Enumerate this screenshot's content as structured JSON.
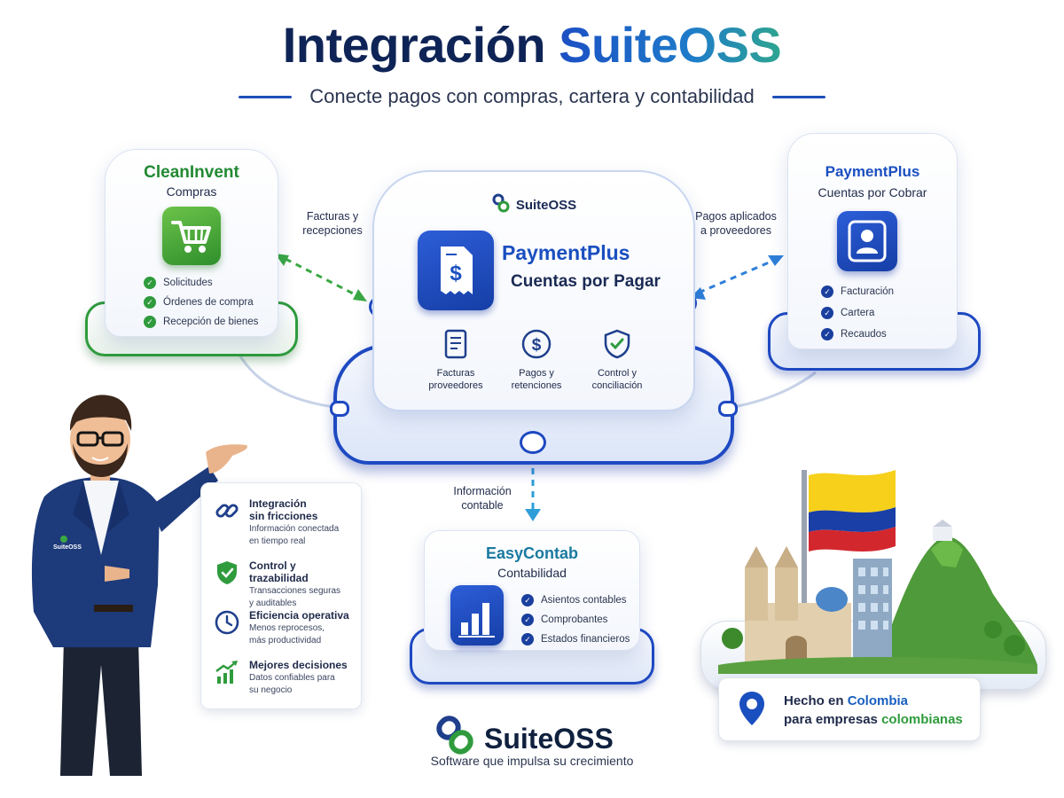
{
  "title": {
    "part1": "Integración",
    "part2": "SuiteOSS"
  },
  "subtitle": "Conecte pagos con compras, cartera y contabilidad",
  "clean_invent": {
    "name": "CleanInvent",
    "module": "Compras",
    "items": [
      "Solicitudes",
      "Órdenes de compra",
      "Recepción de bienes"
    ],
    "icon": "shopping-cart-icon",
    "color": "#2f9b3d"
  },
  "center": {
    "brand": "SuiteOSS",
    "name": "PaymentPlus",
    "module": "Cuentas por Pagar",
    "icon": "invoice-dollar-icon",
    "features": [
      {
        "label_1": "Facturas",
        "label_2": "proveedores",
        "icon": "document-icon"
      },
      {
        "label_1": "Pagos y",
        "label_2": "retenciones",
        "icon": "dollar-circle-icon"
      },
      {
        "label_1": "Control y",
        "label_2": "conciliación",
        "icon": "shield-check-icon"
      }
    ]
  },
  "payment_receivable": {
    "name": "PaymentPlus",
    "module": "Cuentas por Cobrar",
    "items": [
      "Facturación",
      "Cartera",
      "Recaudos"
    ],
    "icon": "user-icon"
  },
  "arrows": {
    "left": {
      "line1": "Facturas y",
      "line2": "recepciones"
    },
    "right": {
      "line1": "Pagos aplicados",
      "line2": "a proveedores"
    },
    "down": {
      "line1": "Información",
      "line2": "contable"
    }
  },
  "easy_contab": {
    "name": "EasyContab",
    "module": "Contabilidad",
    "items": [
      "Asientos contables",
      "Comprobantes",
      "Estados financieros"
    ],
    "icon": "bar-chart-icon"
  },
  "person_badge": "SuiteOSS",
  "benefits": [
    {
      "title_1": "Integración",
      "title_2": "sin fricciones",
      "desc_1": "Información conectada",
      "desc_2": "en tiempo real",
      "icon": "link-icon"
    },
    {
      "title_1": "Control y trazabilidad",
      "title_2": "",
      "desc_1": "Transacciones seguras",
      "desc_2": "y auditables",
      "icon": "shield-check-icon"
    },
    {
      "title_1": "Eficiencia operativa",
      "title_2": "",
      "desc_1": "Menos reprocesos,",
      "desc_2": "más productividad",
      "icon": "clock-icon"
    },
    {
      "title_1": "Mejores decisiones",
      "title_2": "",
      "desc_1": "Datos confiables para",
      "desc_2": "su negocio",
      "icon": "growth-chart-icon"
    }
  ],
  "colombia": {
    "line1_a": "Hecho en ",
    "line1_b": "Colombia",
    "line2_a": "para empresas ",
    "line2_b": "colombianas",
    "icon": "location-pin-icon"
  },
  "footer": {
    "brand": "SuiteOSS",
    "tagline": "Software que impulsa su crecimiento",
    "icon": "suiteoss-logo-icon"
  },
  "colors": {
    "navy": "#0f2456",
    "blue": "#1e49c2",
    "green": "#2f9b3d",
    "teal": "#1a7aa0"
  }
}
